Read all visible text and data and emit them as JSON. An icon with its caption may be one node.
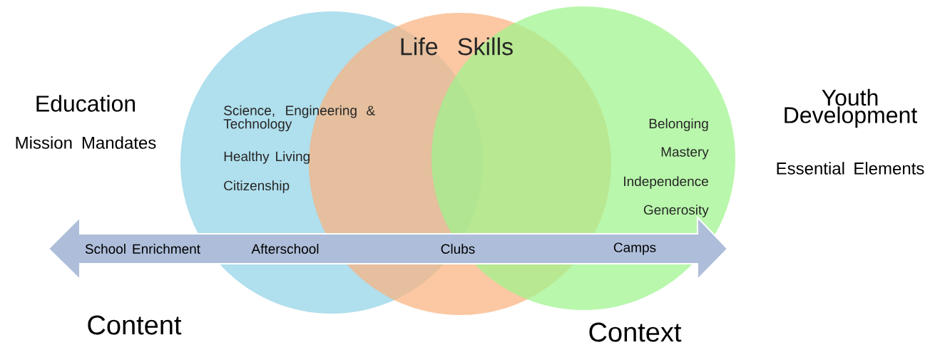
{
  "diagram": {
    "nodes": [
      {
        "text": [
          "Science, Engineering & Technology",
          "Healthy Living",
          "Citizenship"
        ]
      },
      {
        "text": [
          "Life Skills"
        ]
      },
      {
        "text": [
          "Belonging",
          "Mastery",
          "Independence",
          "Generosity"
        ]
      },
      {
        "text": [
          "School Enrichment",
          "Afterschool",
          "Clubs",
          "Camps"
        ]
      }
    ],
    "labels": [
      "Education",
      "Mission Mandates",
      "Youth Development",
      "Essential Elements",
      "Content",
      "Context"
    ]
  }
}
